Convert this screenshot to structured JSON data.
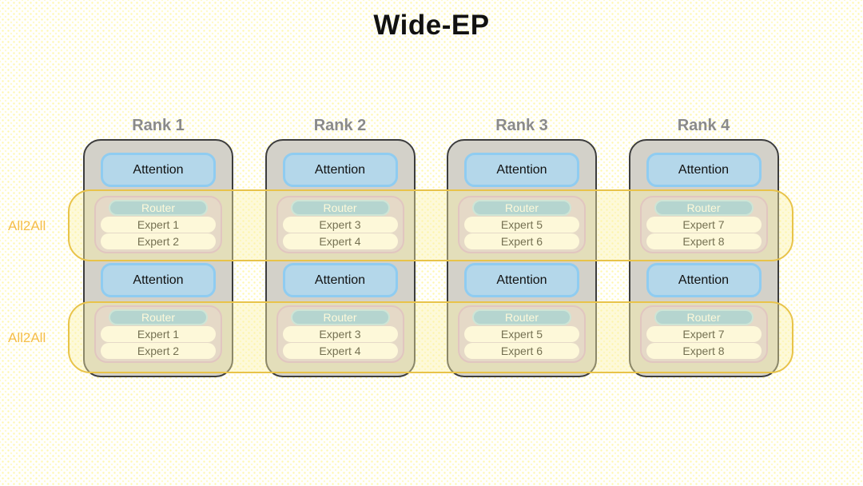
{
  "title": "Wide-EP",
  "all2all": [
    {
      "label": "All2All"
    },
    {
      "label": "All2All"
    }
  ],
  "ranks": [
    {
      "label": "Rank 1",
      "layers": [
        {
          "attention": "Attention",
          "router": "Router",
          "experts": [
            "Expert 1",
            "Expert 2"
          ]
        },
        {
          "attention": "Attention",
          "router": "Router",
          "experts": [
            "Expert 1",
            "Expert 2"
          ]
        }
      ]
    },
    {
      "label": "Rank 2",
      "layers": [
        {
          "attention": "Attention",
          "router": "Router",
          "experts": [
            "Expert 3",
            "Expert 4"
          ]
        },
        {
          "attention": "Attention",
          "router": "Router",
          "experts": [
            "Expert 3",
            "Expert 4"
          ]
        }
      ]
    },
    {
      "label": "Rank 3",
      "layers": [
        {
          "attention": "Attention",
          "router": "Router",
          "experts": [
            "Expert 5",
            "Expert 6"
          ]
        },
        {
          "attention": "Attention",
          "router": "Router",
          "experts": [
            "Expert 5",
            "Expert 6"
          ]
        }
      ]
    },
    {
      "label": "Rank 4",
      "layers": [
        {
          "attention": "Attention",
          "router": "Router",
          "experts": [
            "Expert 7",
            "Expert 8"
          ]
        },
        {
          "attention": "Attention",
          "router": "Router",
          "experts": [
            "Expert 7",
            "Expert 8"
          ]
        }
      ]
    }
  ],
  "colors": {
    "band_border": "#e8c34a",
    "band_fill": "rgba(251,240,168,0.42)",
    "all2all_text": "#f5bd4a",
    "rank_fill": "#d3d1c9",
    "rank_border": "#3c3c3c",
    "rank_label": "#8a8a8a",
    "attention_fill": "#b4d7ea",
    "attention_border": "#8fccf1",
    "moe_fill": "#d6c8de",
    "moe_border": "#cfa8d2",
    "router_fill": "#83c2ec",
    "router_border": "#aedcf6",
    "router_text": "#ffffff",
    "expert_fill": "#fffdfd"
  }
}
